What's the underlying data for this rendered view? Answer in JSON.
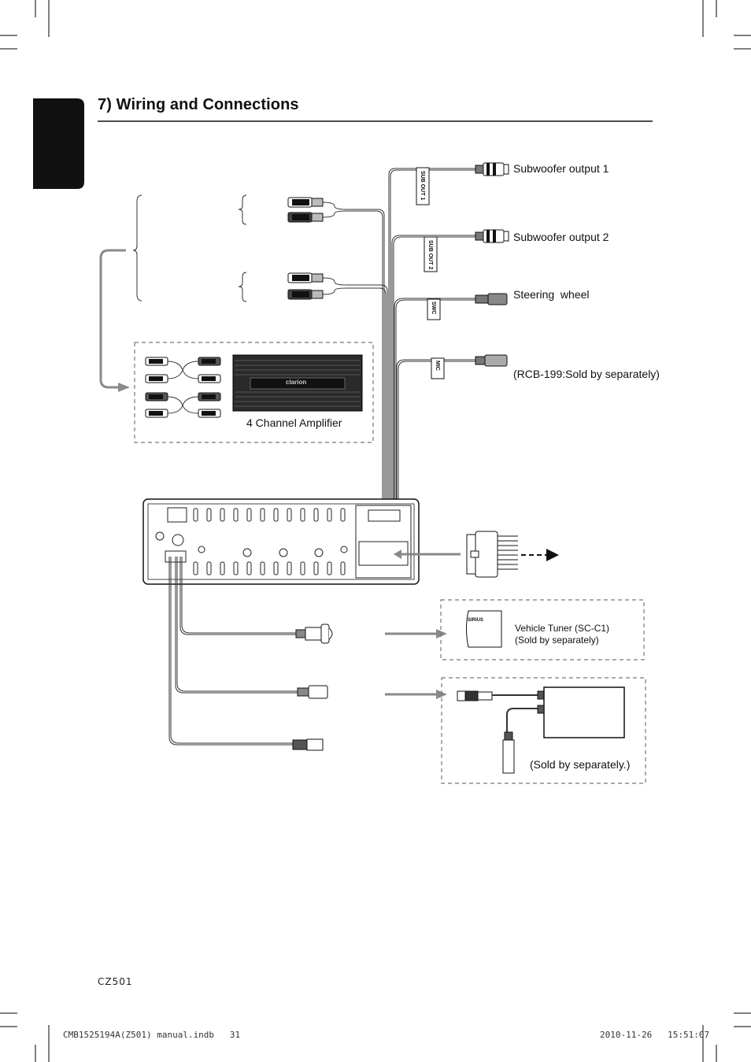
{
  "page": {
    "section_title": "7) Wiring and Connections",
    "model": "CZ501",
    "footer_left": "CMB1525194A(Z501) manual.indb   31",
    "footer_right": "2010-11-26   15:51:07"
  },
  "diagram": {
    "labels": {
      "subwoofer_output_1": "Subwoofer output 1",
      "subwoofer_output_2": "Subwoofer output 2",
      "steering_wheel": "Steering  wheel",
      "rcb_note": "(RCB-199:Sold by separately)",
      "amplifier": "4 Channel Amplifier",
      "vehicle_tuner_line1": "Vehicle Tuner (SC-C1)",
      "vehicle_tuner_line2": "(Sold by separately)",
      "sold_separately": "(Sold by separately.)"
    },
    "cable_tags": {
      "sub_out_1": "SUB OUT 1",
      "sub_out_2": "SUB OUT 2",
      "swc": "SWC",
      "mic": "MIC"
    },
    "logos": {
      "amplifier_brand": "clarion",
      "tuner_brand": "SIRIUS"
    }
  }
}
